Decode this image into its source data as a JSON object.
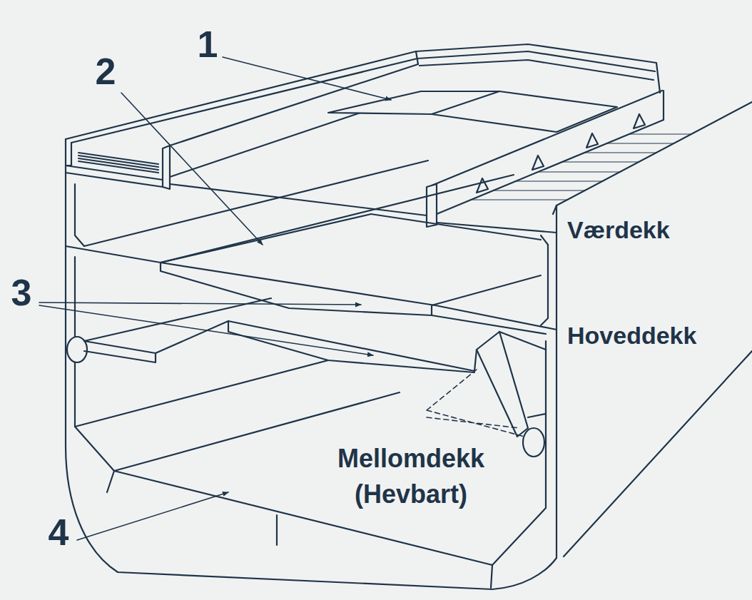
{
  "diagram": {
    "labels": [
      "1",
      "2",
      "3",
      "4",
      "Værdekk",
      "Hoveddekk",
      "Mellomdekk (Hevbart)"
    ]
  }
}
